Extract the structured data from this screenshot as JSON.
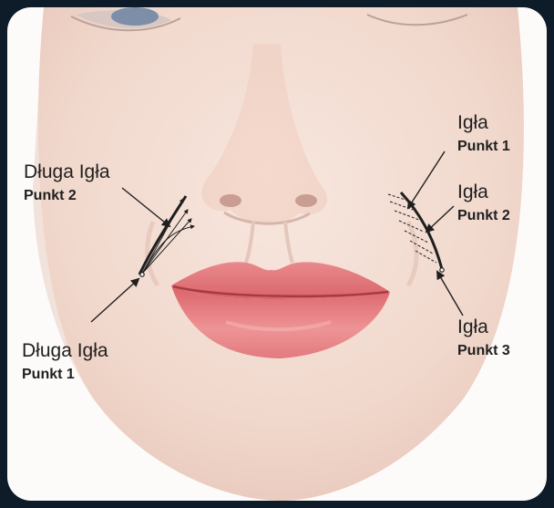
{
  "labels": {
    "left_top": {
      "title": "Długa Igła",
      "point": "Punkt 2"
    },
    "left_bottom": {
      "title": "Długa Igła",
      "point": "Punkt 1"
    },
    "right_1": {
      "title": "Igła",
      "point": "Punkt 1"
    },
    "right_2": {
      "title": "Igła",
      "point": "Punkt 2"
    },
    "right_3": {
      "title": "Igła",
      "point": "Punkt 3"
    }
  },
  "colors": {
    "background": "#0e1b28",
    "skin": "#f3ddd3",
    "lips": "#e2757a",
    "ink": "#1f1f1f"
  }
}
